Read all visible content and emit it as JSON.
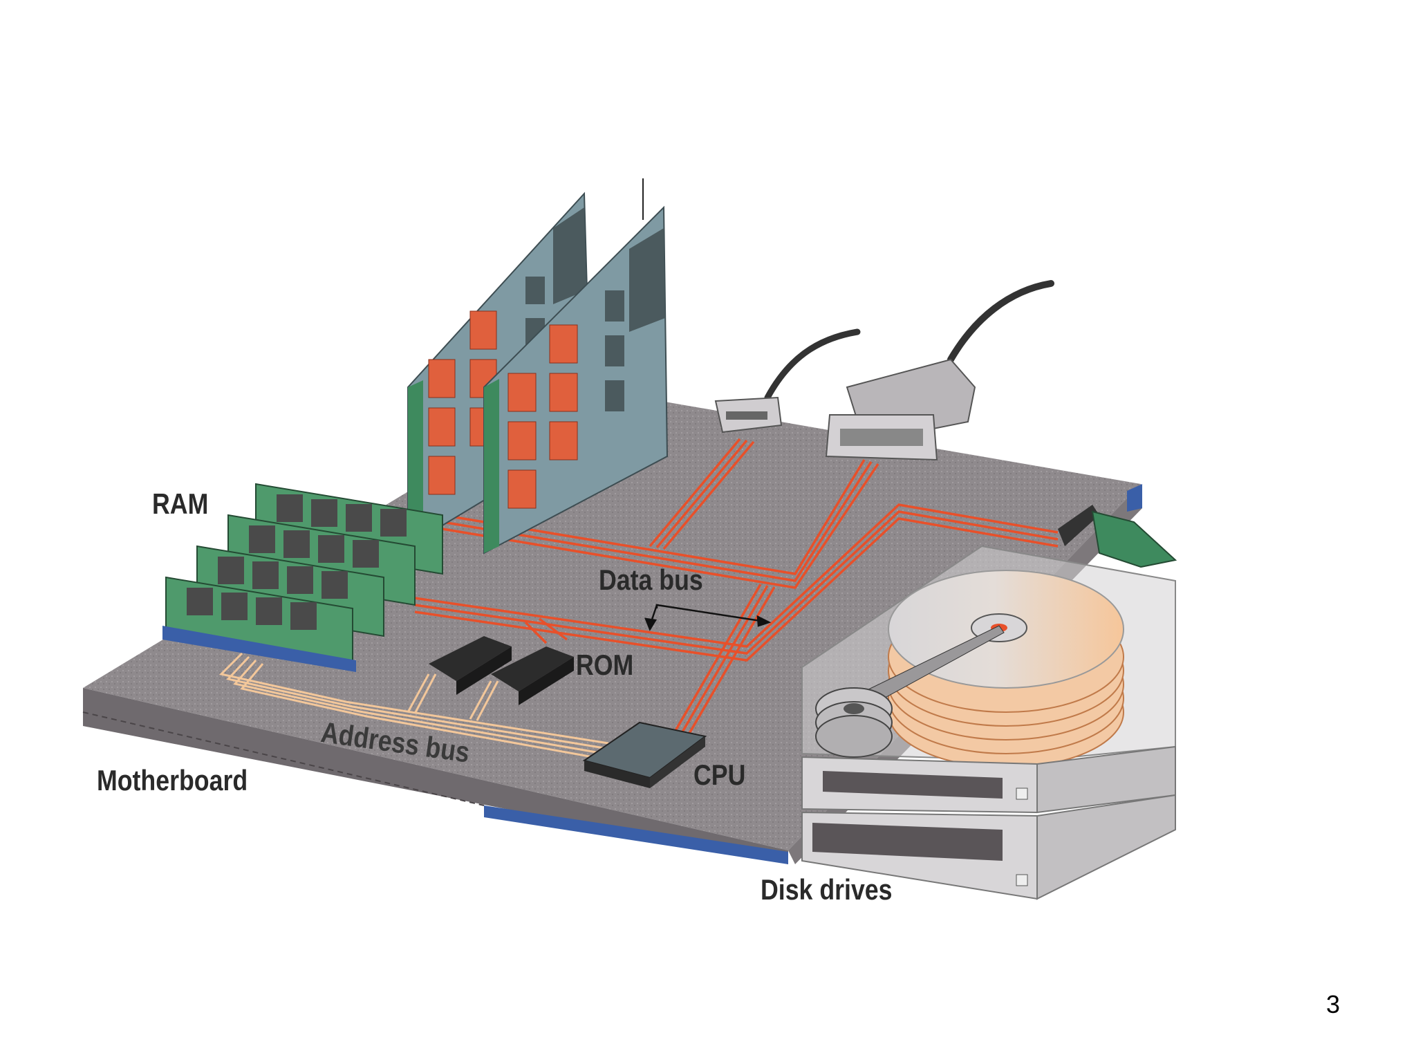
{
  "labels": {
    "ram": "RAM",
    "data_bus": "Data bus",
    "rom": "ROM",
    "address_bus": "Address bus",
    "cpu": "CPU",
    "motherboard": "Motherboard",
    "disk_drives": "Disk drives"
  },
  "page_number": "3",
  "colors": {
    "motherboard": "#9a9598",
    "board_edge": "#6f6a6e",
    "data_traces": "#e8502a",
    "address_traces": "#f3c79a",
    "card_board": "#7f9aa3",
    "card_chips": "#e0603d",
    "card_green": "#3e8a5e",
    "ram_module": "#4f9a6c",
    "ram_chips": "#4a4a4a",
    "disk_platter": "#f3c9a4",
    "drive_case": "#c9c7c9",
    "blue_edge": "#3a5fa8"
  }
}
